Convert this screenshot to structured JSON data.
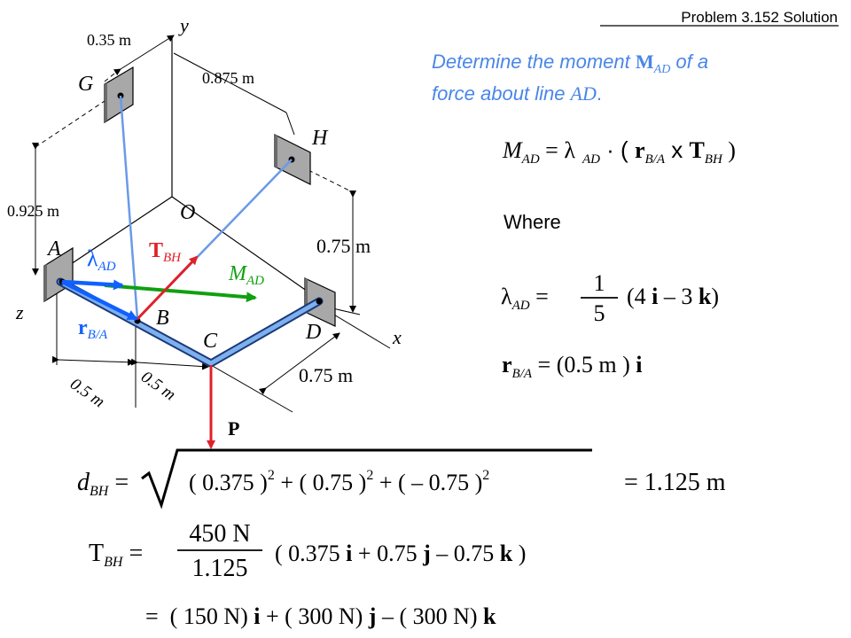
{
  "header": {
    "title": "Problem  3.152 Solution"
  },
  "prompt": {
    "line1_a": "Determine the moment ",
    "line1_m": "M",
    "line1_sub": "AD",
    "line1_b": " of a",
    "line2_a": "force about line ",
    "line2_ad": "AD",
    "line2_b": "."
  },
  "figure": {
    "dims": {
      "d035": "0.35 m",
      "d0875": "0.875 m",
      "d0925": "0.925 m",
      "d075_right": "0.75 m",
      "d075_bottom": "0.75 m",
      "d05_left": "0.5 m",
      "d05_mid": "0.5 m"
    },
    "points": {
      "G": "G",
      "H": "H",
      "O": "O",
      "A": "A",
      "B": "B",
      "C": "C",
      "D": "D"
    },
    "axes": {
      "y": "y",
      "z": "z",
      "x": "x"
    },
    "vectors": {
      "T_main": "T",
      "T_sub": "BH",
      "lambda_main": "λ",
      "lambda_sub": "AD",
      "M_main": "M",
      "M_sub": "AD",
      "r_main": "r",
      "r_sub": "B/A",
      "P": "P"
    }
  },
  "equations": {
    "moment": {
      "lhs_m": "M",
      "lhs_sub": "AD",
      "eq": " = ",
      "lambda": "λ",
      "lambda_sub": "AD",
      "dot_open": " · ( ",
      "r": "r",
      "r_sub": "B/A",
      "cross": " x ",
      "T": "T",
      "T_sub": "BH",
      "close": " )"
    },
    "where": "Where",
    "lambda_def": {
      "lambda": "λ",
      "sub": "AD",
      "eq": " =",
      "num": "1",
      "den": "5",
      "expr_a": "(4 ",
      "i": "i",
      "minus": " – 3 ",
      "k": "k",
      "close": ")"
    },
    "r_def": {
      "r": "r",
      "sub": "B/A",
      "expr": " = (0.5 m ) ",
      "i": "i"
    },
    "d_bh": {
      "d": "d",
      "sub": "BH",
      "eq": " =",
      "radicand_1": "( 0.375 )",
      "sq": "2",
      "radicand_2": " + ( 0.75 )",
      "radicand_3": " + ( – 0.75 )",
      "result": "= 1.125 m"
    },
    "t_bh": {
      "T": "T",
      "sub": "BH",
      "eq": " =",
      "num": "450 N",
      "den": "1.125",
      "expr_a": "( 0.375 ",
      "i": "i",
      "expr_b": " + 0.75 ",
      "j": "j",
      "expr_c": " – 0.75 ",
      "k": "k",
      "expr_d": " )"
    },
    "t_result": {
      "eq": "=",
      "a": "  ( 150 N) ",
      "i": "i",
      "b": " + ( 300 N) ",
      "j": "j",
      "c": " – ( 300 N) ",
      "k": "k"
    }
  },
  "colors": {
    "prompt": "#4a86e8",
    "rod": "#6f9fe0",
    "rod_dark": "#1a3a7a",
    "force_red": "#e0202a",
    "lambda_blue": "#1060ff",
    "moment_green": "#10a010",
    "cable": "#6a9ae8",
    "plate": "#a8a8a8"
  }
}
